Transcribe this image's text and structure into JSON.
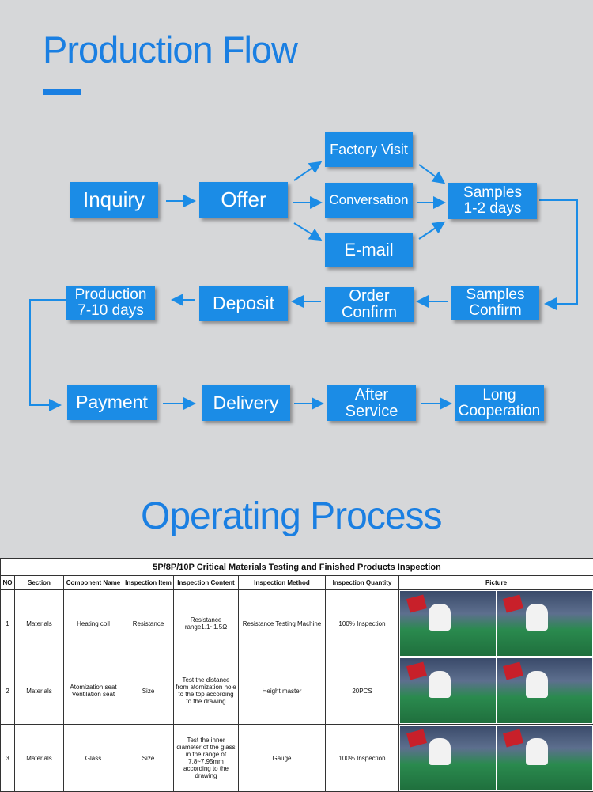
{
  "headings": {
    "production_flow": "Production Flow",
    "operating_process": "Operating Process"
  },
  "flow": {
    "inquiry": "Inquiry",
    "offer": "Offer",
    "factory_visit": "Factory Visit",
    "conversation": "Conversation",
    "email": "E-mail",
    "samples_days": "Samples\n1-2 days",
    "samples_confirm": "Samples\nConfirm",
    "order_confirm": "Order\nConfirm",
    "deposit": "Deposit",
    "production": "Production\n7-10 days",
    "payment": "Payment",
    "delivery": "Delivery",
    "after_service": "After\nService",
    "long_cooperation": "Long\nCooperation"
  },
  "colors": {
    "accent": "#1a7fe2",
    "box": "#1b8ce6",
    "background": "#d6d7d9"
  },
  "table": {
    "caption": "5P/8P/10P Critical Materials Testing and Finished Products Inspection",
    "headers": [
      "NO",
      "Section",
      "Component Name",
      "Inspection Item",
      "Inspection Content",
      "Inspection Method",
      "Inspection  Quantity",
      "Picture"
    ],
    "rows": [
      [
        "1",
        "Materials",
        "Heating coil",
        "Resistance",
        "Resistance range1.1~1.5Ω",
        "Resistance Testing Machine",
        "100% Inspection"
      ],
      [
        "2",
        "Materials",
        "Atomization seat Ventilation seat",
        "Size",
        "Test the distance from atomization hole to  the top according to the drawing",
        "Height master",
        "20PCS"
      ],
      [
        "3",
        "Materials",
        "Glass",
        "Size",
        "Test the inner diameter of the glass in the range of 7.8~7.95mm according to the drawing",
        "Gauge",
        "100% Inspection"
      ]
    ]
  }
}
